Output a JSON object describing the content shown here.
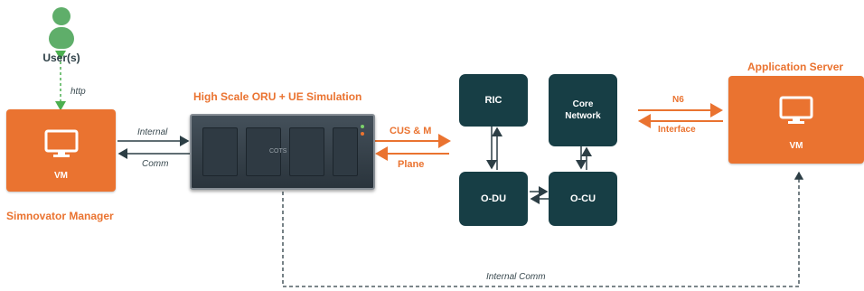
{
  "user": {
    "label": "User(s)",
    "link_label": "http"
  },
  "simnovator": {
    "vm_label": "VM",
    "title": "Simnovator Manager"
  },
  "internal_comm_left": {
    "top": "Internal",
    "bottom": "Comm"
  },
  "simulation": {
    "title": "High Scale ORU + UE Simulation",
    "cots_label": "COTS"
  },
  "cus_link": {
    "top": "CUS & M",
    "bottom": "Plane"
  },
  "nodes": {
    "ric": "RIC",
    "core": "Core\nNetwork",
    "odu": "O-DU",
    "ocu": "O-CU"
  },
  "n6_link": {
    "top": "N6",
    "bottom": "Interface"
  },
  "app_server": {
    "title": "Application Server",
    "vm_label": "VM"
  },
  "internal_comm_bottom": "Internal Comm",
  "colors": {
    "orange": "#ea7330",
    "dark_teal": "#173e45",
    "green": "#4caf50",
    "dark_line": "#2c3e45"
  }
}
